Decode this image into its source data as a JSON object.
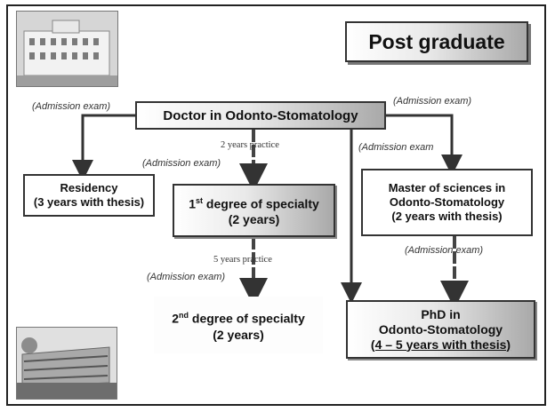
{
  "title": "Post graduate",
  "doctor": "Doctor in Odonto-Stomatology",
  "residency": {
    "line1": "Residency",
    "line2": "(3 years with thesis)"
  },
  "first_degree": {
    "num": "1",
    "sup": "st",
    "rest": " degree of specialty",
    "line2": "(2 years)"
  },
  "master": {
    "line1": "Master of sciences in",
    "line2": "Odonto-Stomatology",
    "line3": "(2 years with thesis)"
  },
  "second_degree": {
    "num": "2",
    "sup": "nd",
    "rest": " degree of specialty",
    "line2": "(2 years)"
  },
  "phd": {
    "line1": "PhD in",
    "line2": "Odonto-Stomatology",
    "line3": "(4 – 5 years with thesis)"
  },
  "labels": {
    "admission_exam": "(Admission exam)",
    "admission_exam_spaced": "(Admission  exam)",
    "admission_exam_cut": "(Admission exam",
    "practice_2": "2 years practice",
    "practice_5": "5 years practice"
  }
}
